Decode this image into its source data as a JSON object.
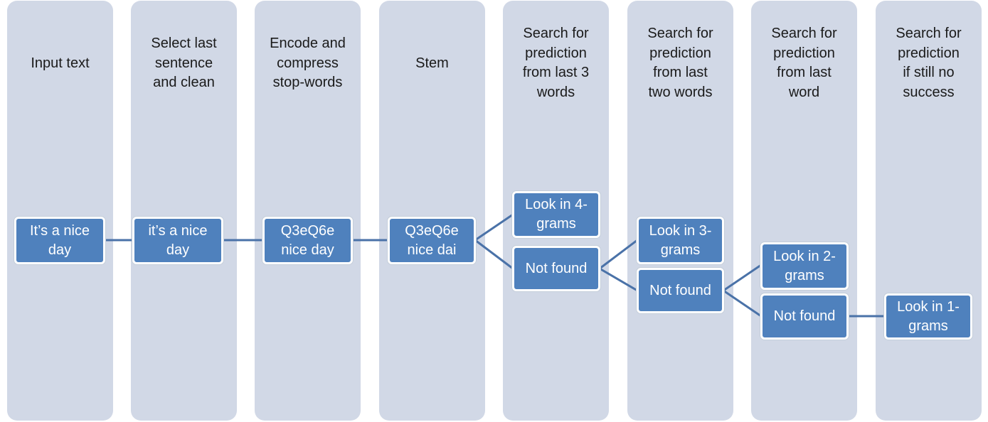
{
  "columns": [
    {
      "title": "Input text"
    },
    {
      "title": "Select last\nsentence\nand clean"
    },
    {
      "title": "Encode and\ncompress\nstop-words"
    },
    {
      "title": "Stem"
    },
    {
      "title": "Search for\nprediction\nfrom last 3\nwords"
    },
    {
      "title": "Search for\nprediction\nfrom last\ntwo words"
    },
    {
      "title": "Search for\nprediction\nfrom last\nword"
    },
    {
      "title": "Search for\nprediction\nif still no\nsuccess"
    }
  ],
  "nodes": {
    "input": "It’s a nice\nday",
    "cleaned": "it’s a nice\nday",
    "encoded": "Q3eQ6e\nnice day",
    "stemmed": "Q3eQ6e\nnice dai",
    "look4": "Look in 4-\ngrams",
    "notfound1": "Not found",
    "look3": "Look in 3-\ngrams",
    "notfound2": "Not found",
    "look2": "Look in 2-\ngrams",
    "notfound3": "Not found",
    "look1": "Look in 1-\ngrams"
  },
  "colors": {
    "column_bg": "#d1d8e6",
    "node_fill": "#4f81bd",
    "connector": "#4a72a8"
  }
}
